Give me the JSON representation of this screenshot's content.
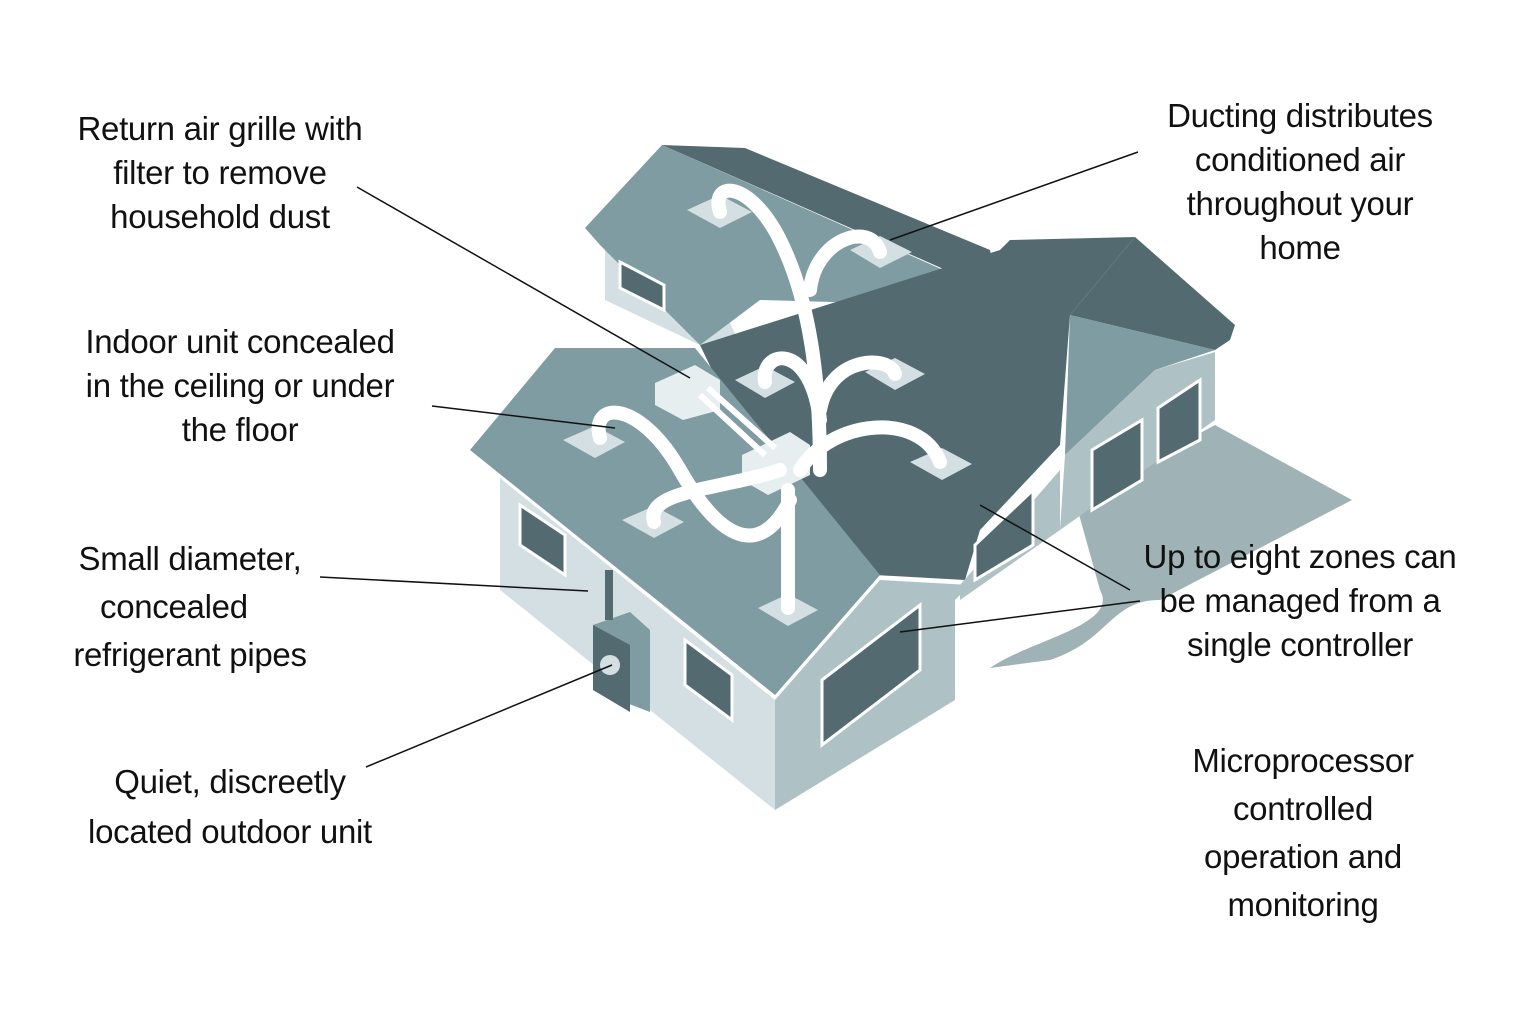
{
  "labels": {
    "return_air": [
      "Return air grille with",
      "filter to remove",
      "household dust"
    ],
    "ducting": [
      "Ducting distributes",
      "conditioned air",
      "throughout your",
      "home"
    ],
    "indoor_unit": [
      "Indoor unit concealed",
      "in the ceiling or under",
      "the floor"
    ],
    "pipes": [
      "Small diameter,",
      "concealed",
      "refrigerant pipes"
    ],
    "outdoor_unit": [
      "Quiet, discreetly",
      "located outdoor unit"
    ],
    "zones": [
      "Up to eight zones can",
      "be managed from a",
      "single controller"
    ],
    "microprocessor": [
      "Microprocessor",
      "controlled",
      "operation and",
      "monitoring"
    ]
  },
  "colors": {
    "roof_dark": "#536b70",
    "roof_mid": "#7e9ca2",
    "wall_light": "#d3dfe2",
    "wall_mid": "#aec2c6",
    "ground": "#9fb3b7",
    "duct": "#ffffff"
  }
}
